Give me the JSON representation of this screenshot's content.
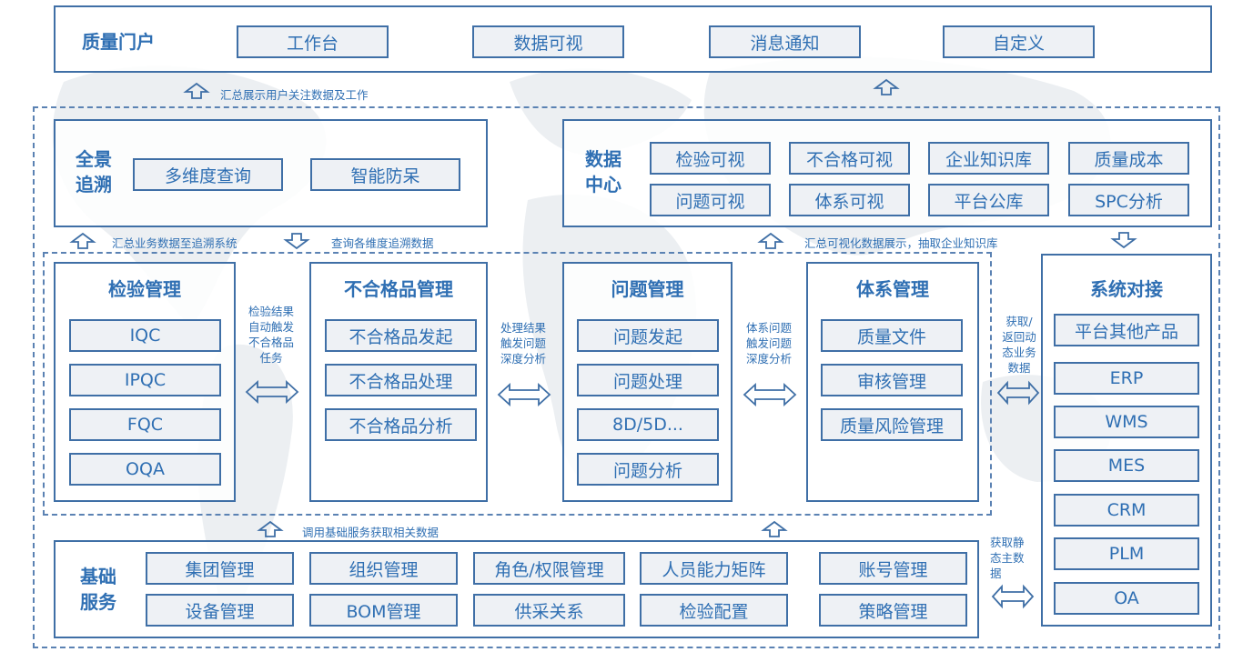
{
  "portal": {
    "title": "质量门户",
    "tabs": [
      "工作台",
      "数据可视",
      "消息通知",
      "自定义"
    ]
  },
  "portal_note": "汇总展示用户关注数据及工作",
  "trace": {
    "title_line1": "全景",
    "title_line2": "追溯",
    "items": [
      "多维度查询",
      "智能防呆"
    ]
  },
  "data_center": {
    "title_line1": "数据",
    "title_line2": "中心",
    "items": [
      "检验可视",
      "不合格可视",
      "企业知识库",
      "质量成本",
      "问题可视",
      "体系可视",
      "平台公库",
      "SPC分析"
    ]
  },
  "trace_notes": {
    "up": "汇总业务数据至追溯系统",
    "down": "查询各维度追溯数据"
  },
  "data_center_note": "汇总可视化数据展示，抽取企业知识库",
  "modules": {
    "inspection": {
      "title": "检验管理",
      "items": [
        "IQC",
        "IPQC",
        "FQC",
        "OQA"
      ]
    },
    "nonconforming": {
      "title": "不合格品管理",
      "items": [
        "不合格品发起",
        "不合格品处理",
        "不合格品分析"
      ]
    },
    "problem": {
      "title": "问题管理",
      "items": [
        "问题发起",
        "问题处理",
        "8D/5D...",
        "问题分析"
      ]
    },
    "system": {
      "title": "体系管理",
      "items": [
        "质量文件",
        "审核管理",
        "质量风险管理"
      ]
    }
  },
  "links": {
    "insp_nc": [
      "检验结果",
      "自动触发",
      "不合格品",
      "任务"
    ],
    "nc_prob": [
      "处理结果",
      "触发问题",
      "深度分析"
    ],
    "prob_sys": [
      "体系问题",
      "触发问题",
      "深度分析"
    ],
    "dynamic": [
      "获取/",
      "返回动",
      "态业务",
      "数据"
    ],
    "static": [
      "获取静",
      "态主数",
      "据"
    ]
  },
  "integration": {
    "title": "系统对接",
    "items": [
      "平台其他产品",
      "ERP",
      "WMS",
      "MES",
      "CRM",
      "PLM",
      "OA"
    ]
  },
  "base_note": "调用基础服务获取相关数据",
  "base": {
    "title_line1": "基础",
    "title_line2": "服务",
    "row1": [
      "集团管理",
      "组织管理",
      "角色/权限管理",
      "人员能力矩阵",
      "账号管理"
    ],
    "row2": [
      "设备管理",
      "BOM管理",
      "供采关系",
      "检验配置",
      "策略管理"
    ]
  },
  "colors": {
    "primary": "#2f6fb3",
    "border": "#3f6fa6",
    "box_fill": "#eef1f5",
    "dashed": "#5b82b3"
  }
}
